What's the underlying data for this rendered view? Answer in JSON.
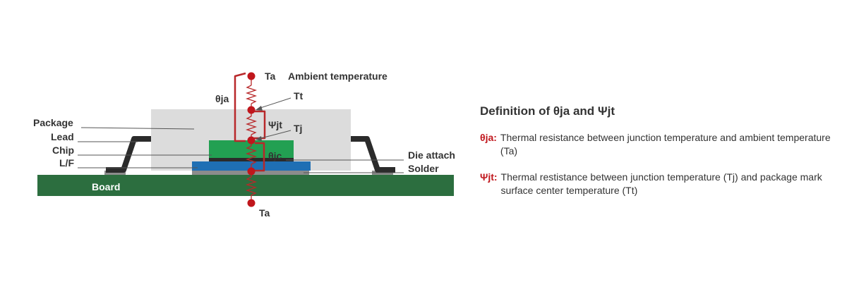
{
  "colors": {
    "package": "#dcdcdc",
    "board": "#2c6e3f",
    "chip": "#22a052",
    "leadframe": "#1f6fb4",
    "lead": "#2b2b2b",
    "resistor": "#b8282a",
    "node": "#c0161c",
    "text": "#333333"
  },
  "diagram": {
    "labels": {
      "package": "Package",
      "lead": "Lead",
      "chip": "Chip",
      "lf": "L/F",
      "board": "Board",
      "die_attach": "Die attach",
      "solder": "Solder",
      "ta_top": "Ta",
      "ambient": "Ambient temperature",
      "tt": "Tt",
      "tj": "Tj",
      "ta_bottom": "Ta",
      "theta_ja": "θja",
      "psi_jt": "Ψjt",
      "theta_jc": "θjc"
    }
  },
  "definitions": {
    "title": "Definition of θja and Ψjt",
    "items": [
      {
        "term": "θja:",
        "text": "Thermal resistance between junction temperature and ambient temperature (Ta)"
      },
      {
        "term": "Ψjt:",
        "text": "Thermal restistance between junction temperature (Tj) and package mark surface center temperature (Tt)"
      }
    ]
  }
}
